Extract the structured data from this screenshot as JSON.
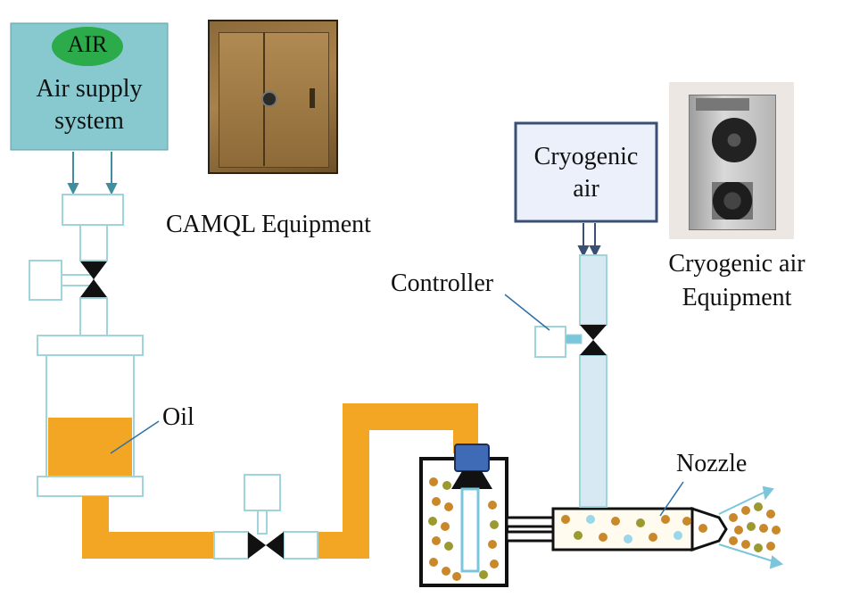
{
  "air_supply": {
    "badge": "AIR",
    "line1": "Air supply",
    "line2": "system"
  },
  "labels": {
    "camql_equipment": "CAMQL Equipment",
    "cryogenic_box_line1": "Cryogenic",
    "cryogenic_box_line2": "air",
    "cryogenic_equipment_line1": "Cryogenic air",
    "cryogenic_equipment_line2": "Equipment",
    "controller": "Controller",
    "oil": "Oil",
    "nozzle": "Nozzle"
  },
  "colors": {
    "air_box": "#88c9cf",
    "air_badge": "#2bab4a",
    "oil": "#f2a623",
    "pipe_outline": "#9fd4d9",
    "pipe_fill": "#ddeef5",
    "cryo_box_border": "#3a4f74",
    "cryo_box_fill": "#ecf0fa",
    "valve": "#111111",
    "nozzle_head": "#3f6ab6",
    "droplet_brown": "#c9882a",
    "droplet_green": "#9a9a30",
    "droplet_blue": "#9ad7ea",
    "spray_arrow": "#7cc6dc"
  },
  "icons": {
    "cabinet_photo": "camql-cabinet-photo",
    "cryo_photo": "cryogenic-air-unit-photo"
  }
}
